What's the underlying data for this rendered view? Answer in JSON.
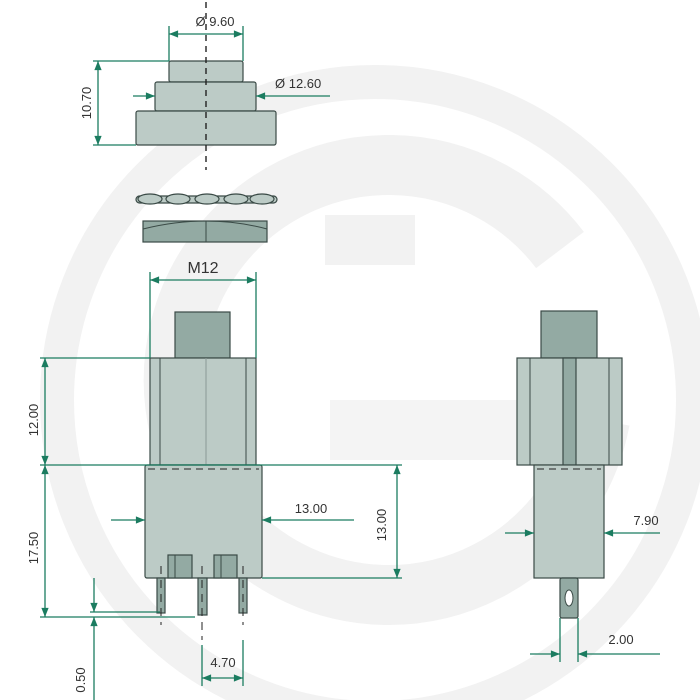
{
  "colors": {
    "dimension": "#1b7c60",
    "part": "#bccbc6",
    "part_dark": "#93aaa3",
    "watermark": "#f2f2f2"
  },
  "watermark": {
    "letter": "G"
  },
  "dimensions": {
    "cap_top_diameter": "Ø 9.60",
    "cap_diameter": "Ø 12.60",
    "cap_height": "10.70",
    "thread": "M12",
    "upper_body_height": "12.00",
    "lower_body_height": "17.50",
    "body_width": "13.00",
    "body_height": "13.00",
    "terminal_offset": "0.50",
    "terminal_pitch": "4.70",
    "side_body_width": "7.90",
    "terminal_width": "2.00"
  }
}
